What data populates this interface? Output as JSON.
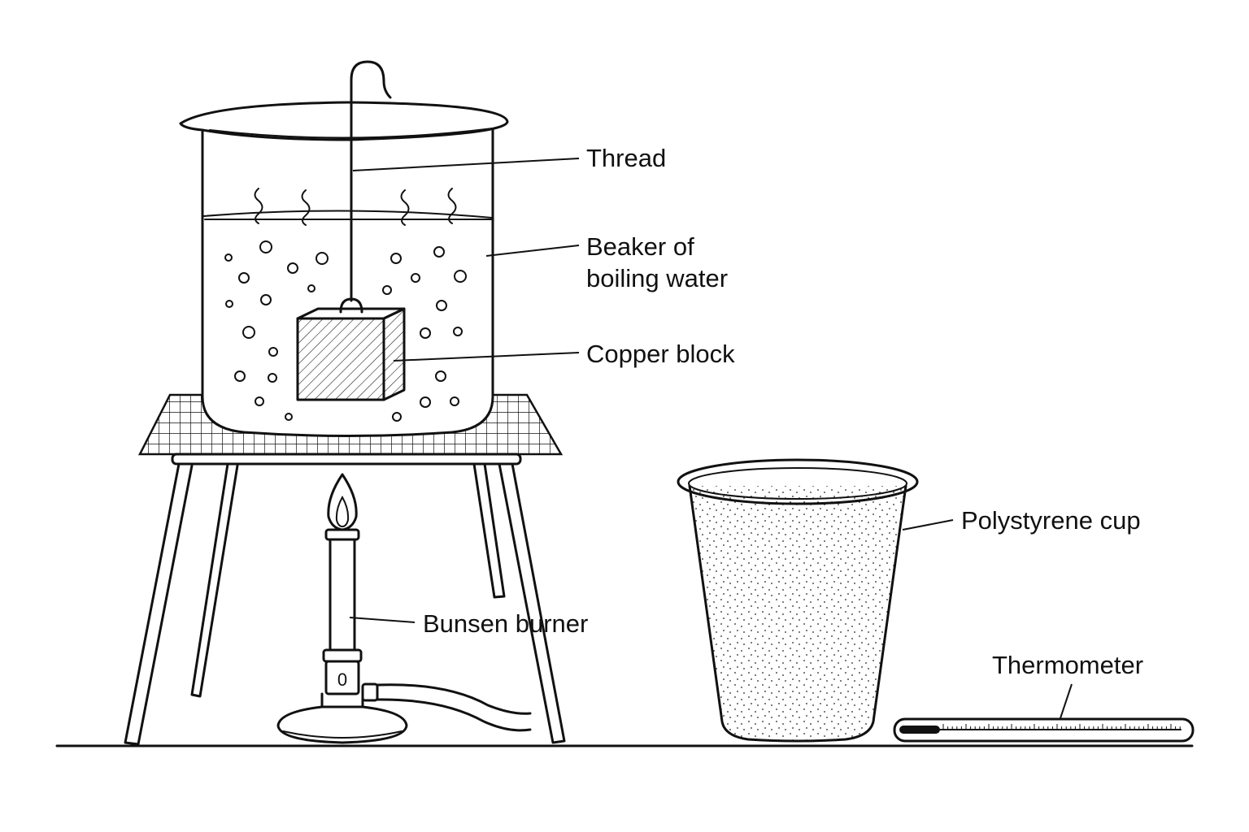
{
  "labels": {
    "thread": "Thread",
    "beaker_line1": "Beaker of",
    "beaker_line2": "boiling water",
    "copper": "Copper block",
    "bunsen": "Bunsen burner",
    "cup": "Polystyrene cup",
    "thermometer": "Thermometer"
  },
  "burner_collar_mark": "0",
  "colors": {
    "ink": "#111111",
    "background": "#ffffff"
  }
}
